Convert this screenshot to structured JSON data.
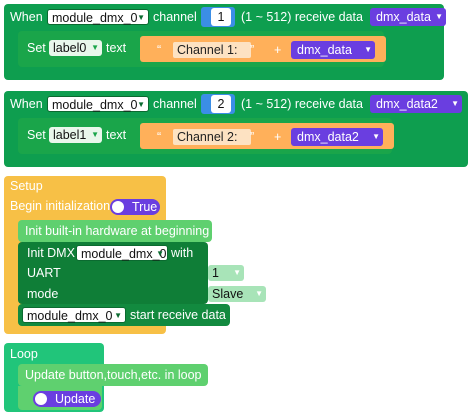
{
  "event1": {
    "when": "When",
    "device": "module_dmx_0",
    "channel_label": "channel",
    "channel_value": "1",
    "range": "(1 ~ 512) receive data",
    "var": "dmx_data",
    "set_label": "Set",
    "target": "label0",
    "text_label": "text",
    "string": "Channel 1:",
    "plus": "+",
    "var2": "dmx_data"
  },
  "event2": {
    "when": "When",
    "device": "module_dmx_0",
    "channel_label": "channel",
    "channel_value": "2",
    "range": "(1 ~ 512) receive data",
    "var": "dmx_data2",
    "set_label": "Set",
    "target": "label1",
    "text_label": "text",
    "string": "Channel 2:",
    "plus": "+",
    "var2": "dmx_data2"
  },
  "setup": {
    "title": "Setup",
    "begin_label": "Begin initialization",
    "begin_value": "True",
    "init_hw": "Init built-in hardware at beginning",
    "init_dmx": "Init DMX",
    "device": "module_dmx_0",
    "with_label": "with",
    "uart_label": "UART",
    "uart_value": "1",
    "mode_label": "mode",
    "mode_value": "Slave",
    "start_device": "module_dmx_0",
    "start_label": "start receive data"
  },
  "loop": {
    "title": "Loop",
    "update_label": "Update button,touch,etc. in loop",
    "update_value": "Update"
  },
  "colors": {
    "event_green": "#0e9e4f",
    "set_green": "#1aa54a",
    "setup_yellow": "#f7c046",
    "string_orange": "#f59d22",
    "variable_purple": "#6a3ee0",
    "number_blue": "#3b8ee6"
  }
}
